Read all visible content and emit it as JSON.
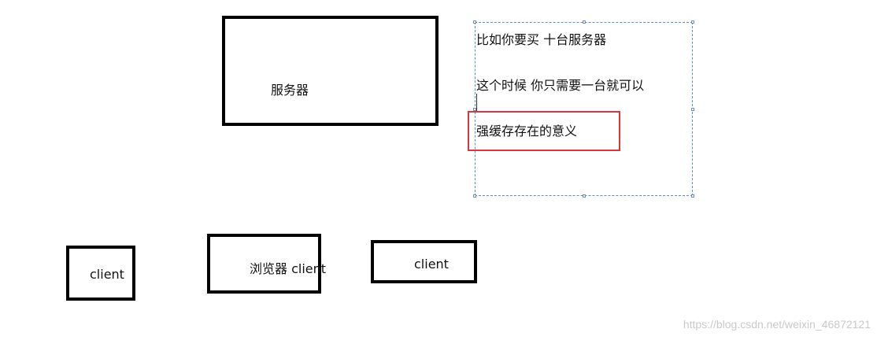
{
  "server": {
    "label": "服务器"
  },
  "notes": {
    "line1": "比如你要买 十台服务器",
    "line2": "这个时候 你只需要一台就可以",
    "line3": "强缓存存在的意义"
  },
  "clients": [
    {
      "label": "client"
    },
    {
      "label": "浏览器 client"
    },
    {
      "label": "client"
    }
  ],
  "watermark": "https://blog.csdn.net/weixin_46872121",
  "colors": {
    "box_border": "#000000",
    "highlight": "#d9363e",
    "selection_frame": "#5b8fc9"
  }
}
